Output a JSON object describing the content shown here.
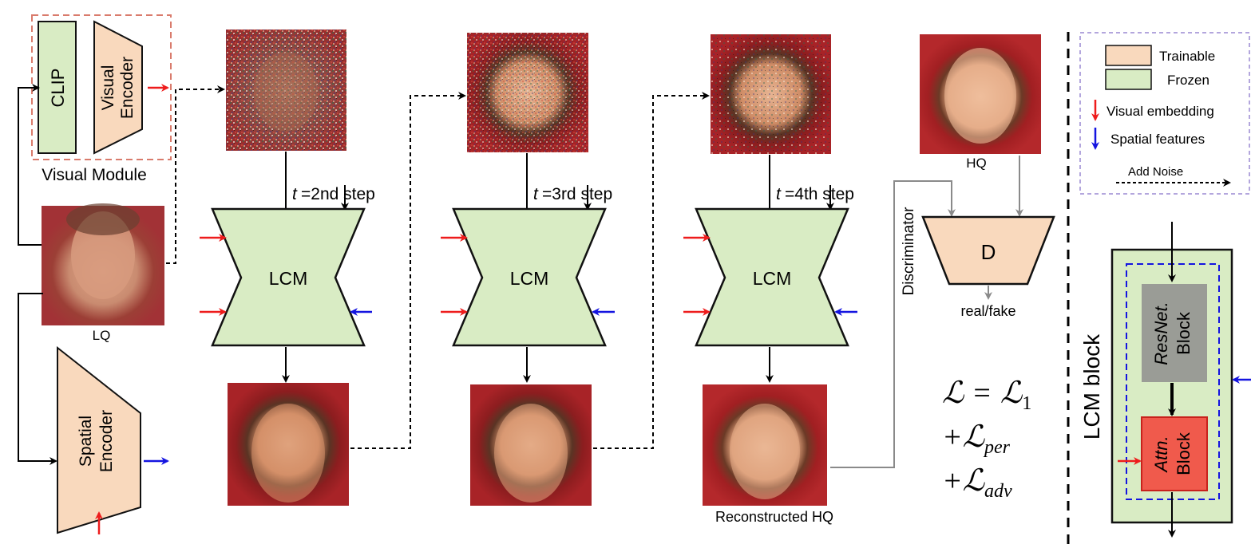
{
  "visual_module": {
    "clip_label": "CLIP",
    "encoder_line1": "Visual",
    "encoder_line2": "Encoder",
    "caption": "Visual Module"
  },
  "images": {
    "lq_caption": "LQ",
    "hq_caption": "HQ",
    "reconstructed_caption": "Reconstructed HQ"
  },
  "spatial_encoder": {
    "line1": "Spatial",
    "line2": "Encoder"
  },
  "steps": [
    {
      "t": "t",
      "label": "=2nd step"
    },
    {
      "t": "t",
      "label": "=3rd step"
    },
    {
      "t": "t",
      "label": "=4th step"
    }
  ],
  "lcm_label": "LCM",
  "discriminator": {
    "side_label": "Discriminator",
    "box_label": "D",
    "output_label": "real/fake"
  },
  "loss": {
    "line1_lhs": "ℒ",
    "line1_eq": "=",
    "line1_rhs": "ℒ",
    "line1_sub": "1",
    "line2_prefix": "+ℒ",
    "line2_sub": "per",
    "line3_prefix": "+ℒ",
    "line3_sub": "adv"
  },
  "legend": {
    "trainable": "Trainable",
    "frozen": "Frozen",
    "visual_embedding": "Visual embedding",
    "spatial_features": "Spatial features",
    "add_noise": "Add Noise"
  },
  "lcm_block": {
    "title": "LCM block",
    "resnet_italic": "ResNet.",
    "resnet_word": "Block",
    "attn_italic": "Attn.",
    "attn_word": "Block"
  },
  "colors": {
    "trainable": "#f9d9bd",
    "frozen": "#d9ecc4",
    "visual_embedding": "#ee1c1c",
    "spatial_features": "#1414e0",
    "resnet_block": "#9a9c96",
    "attn_block": "#f05a4c",
    "legend_border": "#b3a6dd",
    "module_border": "#d97b6c"
  }
}
